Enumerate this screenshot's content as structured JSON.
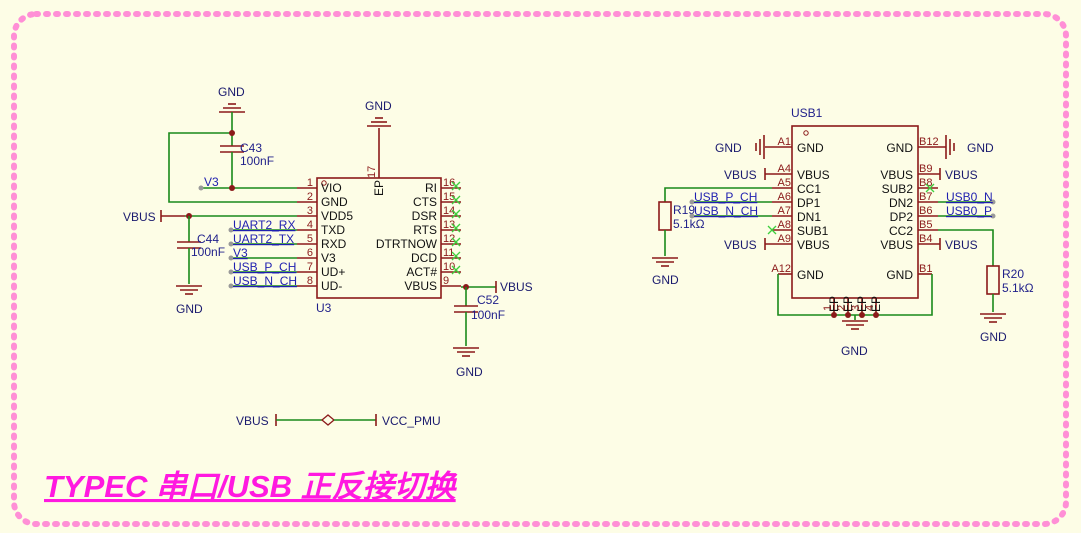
{
  "title": "TYPEC 串口/USB 正反接切换",
  "colors": {
    "wire": "#1a8a1a",
    "component": "#8b1a1a",
    "title": "#ff19e0",
    "border": "#ff8fd6"
  },
  "u3": {
    "ref": "U3",
    "ep_label": "EP",
    "ep_pin": "17",
    "left_pins": [
      {
        "num": "1",
        "name": "VIO"
      },
      {
        "num": "2",
        "name": "GND"
      },
      {
        "num": "3",
        "name": "VDD5"
      },
      {
        "num": "4",
        "name": "TXD"
      },
      {
        "num": "5",
        "name": "RXD"
      },
      {
        "num": "6",
        "name": "V3"
      },
      {
        "num": "7",
        "name": "UD+"
      },
      {
        "num": "8",
        "name": "UD-"
      }
    ],
    "right_pins": [
      {
        "num": "16",
        "name": "RI"
      },
      {
        "num": "15",
        "name": "CTS"
      },
      {
        "num": "14",
        "name": "DSR"
      },
      {
        "num": "13",
        "name": "RTS"
      },
      {
        "num": "12",
        "name": "DTRTNOW"
      },
      {
        "num": "11",
        "name": "DCD"
      },
      {
        "num": "10",
        "name": "ACT#"
      },
      {
        "num": "9",
        "name": "VBUS"
      }
    ]
  },
  "usb1": {
    "ref": "USB1",
    "left_pins": [
      {
        "num": "A1",
        "name": "GND"
      },
      {
        "num": "A4",
        "name": "VBUS"
      },
      {
        "num": "A5",
        "name": "CC1"
      },
      {
        "num": "A6",
        "name": "DP1"
      },
      {
        "num": "A7",
        "name": "DN1"
      },
      {
        "num": "A8",
        "name": "SUB1"
      },
      {
        "num": "A9",
        "name": "VBUS"
      },
      {
        "num": "A12",
        "name": "GND"
      }
    ],
    "right_pins": [
      {
        "num": "B12",
        "name": "GND"
      },
      {
        "num": "B9",
        "name": "VBUS"
      },
      {
        "num": "B8",
        "name": "SUB2"
      },
      {
        "num": "B7",
        "name": "DN2"
      },
      {
        "num": "B6",
        "name": "DP2"
      },
      {
        "num": "B5",
        "name": "CC2"
      },
      {
        "num": "B4",
        "name": "VBUS"
      },
      {
        "num": "B1",
        "name": "GND"
      }
    ],
    "ep_pins": [
      "EP",
      "EP",
      "EP",
      "EP"
    ],
    "ep_nums": [
      "1",
      "2",
      "3",
      "4"
    ]
  },
  "components": {
    "c43": {
      "ref": "C43",
      "value": "100nF"
    },
    "c44": {
      "ref": "C44",
      "value": "100nF"
    },
    "c52": {
      "ref": "C52",
      "value": "100nF"
    },
    "r19": {
      "ref": "R19",
      "value": "5.1kΩ"
    },
    "r20": {
      "ref": "R20",
      "value": "5.1kΩ"
    }
  },
  "nets": {
    "uart2_rx": "UART2_RX",
    "uart2_tx": "UART2_TX",
    "v3": "V3",
    "usb_p_ch": "USB_P_CH",
    "usb_n_ch": "USB_N_CH",
    "usb0_n": "USB0_N",
    "usb0_p": "USB0_P",
    "vbus": "VBUS",
    "gnd": "GND",
    "vcc_pmu": "VCC_PMU"
  }
}
